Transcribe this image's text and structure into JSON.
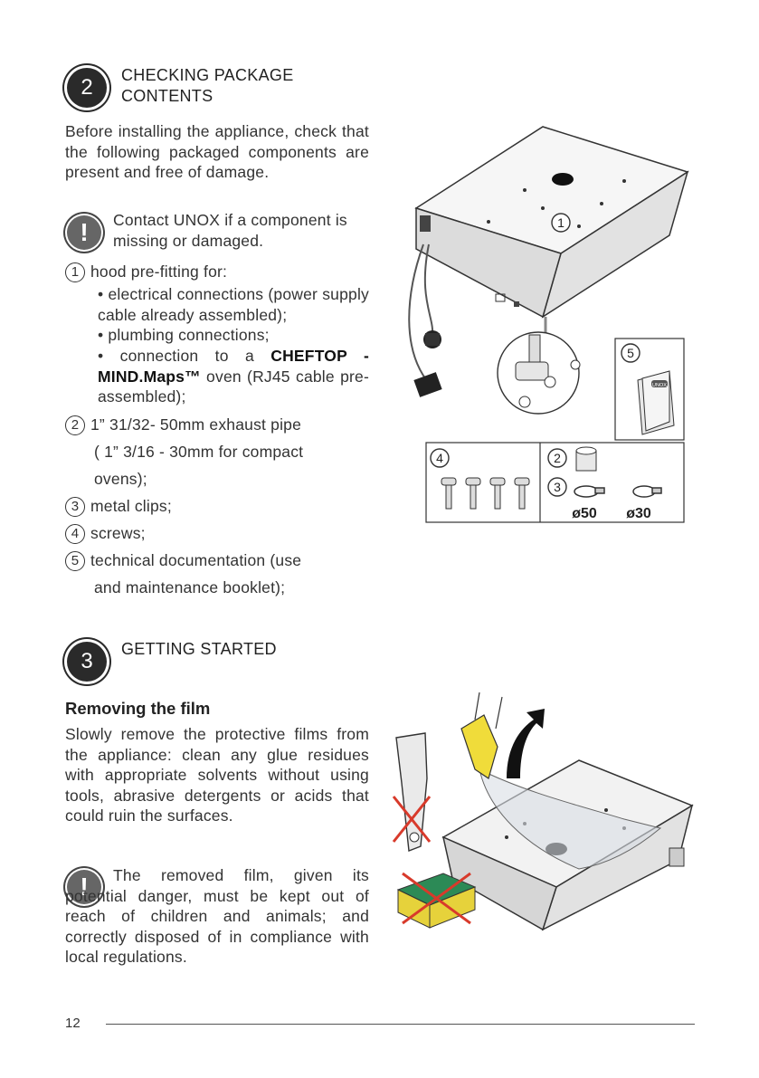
{
  "section2": {
    "number": "2",
    "title_line1": "CHECKING PACKAGE",
    "title_line2": "CONTENTS",
    "intro": "Before installing the appliance, check that the following packaged components are present and free of damage.",
    "warning": "Contact UNOX if a component is missing or damaged.",
    "items": {
      "i1_num": "1",
      "i1_text": "hood pre-fitting for:",
      "i1_sub1": "• electrical connections (power supply cable already assembled);",
      "i1_sub2": "• plumbing connections;",
      "i1_sub3a": "• connection to a ",
      "i1_sub3b": "CHEFTOP - MIND.Maps™",
      "i1_sub3c": " oven (RJ45 cable pre-assembled);",
      "i2_num": "2",
      "i2_line1": "1” 31/32- 50mm exhaust pipe",
      "i2_line2": "( 1” 3/16 - 30mm for compact",
      "i2_line3": "ovens);",
      "i3_num": "3",
      "i3_text": "metal clips;",
      "i4_num": "4",
      "i4_text": "screws;",
      "i5_num": "5",
      "i5_line1": "technical documentation (use",
      "i5_line2": "and maintenance booklet);"
    },
    "figure": {
      "label1": "1",
      "label2": "2",
      "label3": "3",
      "label4": "4",
      "label5": "5",
      "d50": "ø50",
      "d30": "ø30",
      "booklet_brand": "UNOX"
    }
  },
  "section3": {
    "number": "3",
    "title": "GETTING STARTED",
    "subhead": "Removing the film",
    "para": "Slowly remove the protective films from the appliance: clean any glue residues with appropriate solvents without using tools, abrasive detergents or acids that could ruin the surfaces.",
    "warning": "The removed film, given its potential danger, must be kept out of reach of children and animals; and correctly disposed of in compliance with local regulations."
  },
  "footer": {
    "page": "12"
  }
}
